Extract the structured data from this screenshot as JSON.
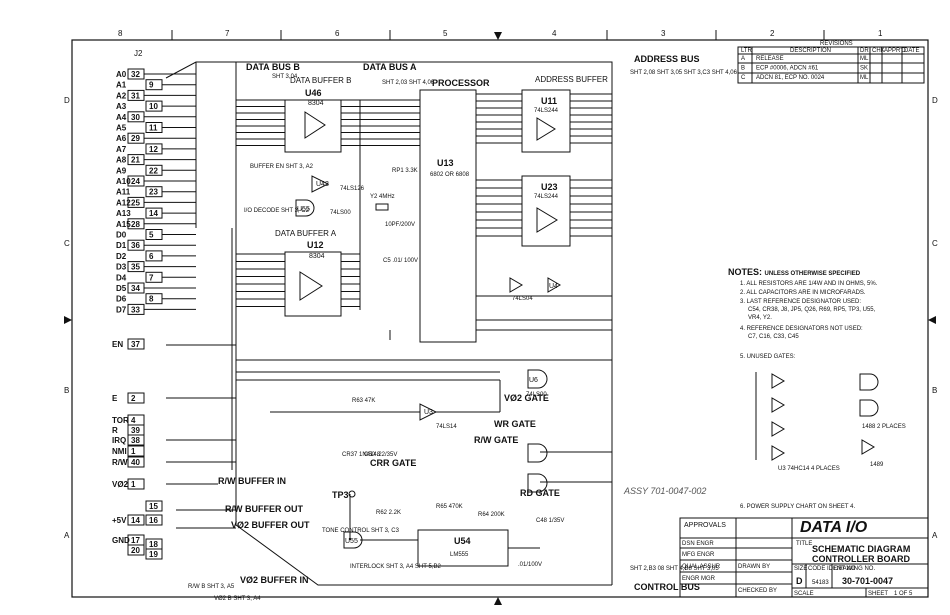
{
  "border": {
    "columns": [
      "8",
      "7",
      "6",
      "5",
      "4",
      "3",
      "2",
      "1"
    ],
    "rows": [
      "D",
      "C",
      "B",
      "A"
    ]
  },
  "connector": {
    "name": "J2",
    "left_pins": [
      {
        "label": "A0",
        "pin": "32"
      },
      {
        "label": "A1",
        "pin": "9"
      },
      {
        "label": "A2",
        "pin": "31"
      },
      {
        "label": "A3",
        "pin": "10"
      },
      {
        "label": "A4",
        "pin": "30"
      },
      {
        "label": "A5",
        "pin": "11"
      },
      {
        "label": "A6",
        "pin": "29"
      },
      {
        "label": "A7",
        "pin": "12"
      },
      {
        "label": "A8",
        "pin": "21"
      },
      {
        "label": "A9",
        "pin": "22"
      },
      {
        "label": "A10",
        "pin": "24"
      },
      {
        "label": "A11",
        "pin": "23"
      },
      {
        "label": "A12",
        "pin": "25"
      },
      {
        "label": "A13",
        "pin": "14"
      },
      {
        "label": "A15",
        "pin": "28"
      },
      {
        "label": "D0",
        "pin": "5"
      },
      {
        "label": "D1",
        "pin": "36"
      },
      {
        "label": "D2",
        "pin": "6"
      },
      {
        "label": "D3",
        "pin": "35"
      },
      {
        "label": "D4",
        "pin": "7"
      },
      {
        "label": "D5",
        "pin": "34"
      },
      {
        "label": "D6",
        "pin": "8"
      },
      {
        "label": "D7",
        "pin": "33"
      }
    ],
    "ctrl_pins": [
      {
        "label": "EN",
        "pin": "37"
      },
      {
        "label": "E",
        "pin": "2"
      },
      {
        "label": "TOR",
        "pin": "4"
      },
      {
        "label": "R",
        "pin": "39"
      },
      {
        "label": "IRQ",
        "pin": "38"
      },
      {
        "label": "NMI",
        "pin": "1"
      },
      {
        "label": "R/W",
        "pin": "40"
      },
      {
        "label": "VØ2",
        "pin": "1"
      },
      {
        "label": "+5V",
        "pin": "14"
      },
      {
        "label": "GND",
        "pin": "17"
      },
      {
        "label": "",
        "pin": "20"
      }
    ],
    "extra_pins": [
      "15",
      "16",
      "18",
      "19"
    ]
  },
  "chips": {
    "u46": {
      "ref": "U46",
      "part": "8304",
      "title": "DATA BUFFER B"
    },
    "u12": {
      "ref": "U12",
      "part": "8304",
      "title": "DATA BUFFER A"
    },
    "u13": {
      "ref": "U13",
      "part": "6802 OR 6808",
      "title": "PROCESSOR"
    },
    "u11": {
      "ref": "U11",
      "part": "74LS244",
      "title": "ADDRESS BUFFER"
    },
    "u23": {
      "ref": "U23",
      "part": "74LS244"
    },
    "u54": {
      "ref": "U54",
      "part": "LM555"
    },
    "u55": {
      "ref": "U55",
      "part": "74LS00"
    },
    "u55b": {
      "ref": "U55"
    },
    "u43": {
      "ref": "U43",
      "part": "74LS126"
    },
    "u6": {
      "ref": "U6",
      "part": "74LS00"
    },
    "u3": {
      "ref": "U3",
      "part": "74LS14"
    },
    "u4": {
      "ref": "U4",
      "part": "74LS04"
    }
  },
  "labels": {
    "data_bus_b": "DATA BUS B",
    "data_bus_b_sht": "SHT 3,04",
    "data_bus_a": "DATA BUS A",
    "data_bus_a_sht": "SHT 2,03 SHT 4,06",
    "address_bus": "ADDRESS BUS",
    "address_bus_sht": "SHT 2,08 SHT 3,05 SHT 3,C3 SHT 4,06",
    "control_bus": "CONTROL BUS",
    "control_bus_sht": "SHT 2,B3 08 SHT 4,B8 SHT 3,05",
    "buffer_en": "BUFFER EN SHT 3, A2",
    "io_decode": "I/O DECODE SHT 3, C2",
    "rw_buffer_in": "R/W BUFFER IN",
    "rw_buffer_out": "R/W BUFFER OUT",
    "v02_buffer_out": "VØ2 BUFFER OUT",
    "v02_buffer_in": "VØ2 BUFFER IN",
    "v02_gate": "VØ2 GATE",
    "rw_gate": "R/W GATE",
    "wr_gate": "WR GATE",
    "rd_gate": "RD GATE",
    "crr_gate": "CRR GATE",
    "tone_control": "TONE CONTROL SHT 3, C3",
    "interlock": "INTERLOCK SHT 3, A4 SHT 5,B2",
    "tp3": "TP3",
    "y2": "Y2 4MHz",
    "crystal_cap": "10PF/200V",
    "c5": "C5 .01/ 100V",
    "c48": "C48 1/35V",
    "c47": ".01/100V",
    "r63": "R63 47K",
    "r65": "R65 470K",
    "r64": "R64 200K",
    "r62": "R62 2.2K",
    "rp1": "RP1 3.3K",
    "cr37": "CR37 1N4148",
    "c50": "C50 .22/35V",
    "assy_handwritten": "ASSY 701-0047-002",
    "sht_footer_left": "R/W B SHT 3, A5",
    "sht_footer_mid": "VØ2 B SHT 3, A4"
  },
  "notes": {
    "heading": "NOTES:",
    "heading_suffix": "UNLESS OTHERWISE SPECIFIED",
    "items": [
      "1. ALL RESISTORS ARE 1/4W AND IN OHMS, 5%.",
      "2. ALL CAPACITORS ARE IN MICROFARADS.",
      "3. LAST REFERENCE DESIGNATOR USED:",
      "C54, CR38, J8, JP5, Q26, R69, RP5, TP3, U55,",
      "VR4, Y2.",
      "4. REFERENCE DESIGNATORS NOT USED:",
      "C7, C16, C33, C45",
      "5. UNUSED GATES:",
      "6. POWER SUPPLY CHART ON SHEET 4."
    ],
    "unused_gate_labels": {
      "u3": "U3 74HC14 4 PLACES",
      "u9": "1488 2 PLACES",
      "u10": "1489"
    }
  },
  "revisions": {
    "title": "REVISIONS",
    "headers": [
      "LTR",
      "DESCRIPTION",
      "DR",
      "CHK",
      "APPR'D",
      "DATE"
    ],
    "rows": [
      [
        "A",
        "RELEASE",
        "ML",
        "",
        "",
        ""
      ],
      [
        "B",
        "ECP #0006, ADCN #61",
        "SK",
        "",
        "",
        ""
      ],
      [
        "C",
        "ADCN 81, ECP NO. 0024",
        "ML",
        "",
        "",
        ""
      ]
    ]
  },
  "title_block": {
    "approvals": "APPROVALS",
    "company": "DATA I/O",
    "title_line1": "SCHEMATIC DIAGRAM",
    "title_line2": "CONTROLLER BOARD",
    "size": "D",
    "code_ident": "54183",
    "drawing_no": "30-701-0047",
    "scale": "",
    "sheet": "1 OF 5",
    "field_labels": [
      "DSN ENGR",
      "MFG ENGR",
      "QUAL ASSUR",
      "ENGR MGR",
      "DRAWN BY",
      "CHECKED BY",
      "SIZE",
      "CODE IDENT NO",
      "DRAWING NO.",
      "SCALE",
      "SHEET",
      "TITLE",
      "DATE"
    ]
  }
}
